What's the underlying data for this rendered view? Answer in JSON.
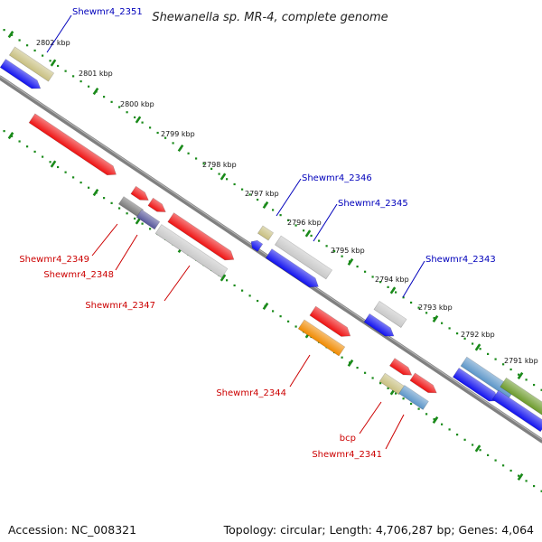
{
  "title": "Shewanella sp. MR-4, complete genome",
  "footer": {
    "accession": "Accession: NC_008321",
    "stats": "Topology: circular; Length: 4,706,287 bp; Genes: 4,064"
  },
  "colors": {
    "backbone": "#808080",
    "dots": "#1a8a1a",
    "label_blue": "#0000bb",
    "label_red": "#cc0000",
    "cds": "#1010ee",
    "gene_red": "#ee1111",
    "olive": "#c8bf80",
    "grey": "#c8c8c8",
    "dark_grey": "#777777",
    "navy": "#55559a",
    "orange": "#f08a00",
    "steel": "#5b95c8",
    "green": "#6b9a2a"
  },
  "ticks": [
    "2802 kbp",
    "2801 kbp",
    "2800 kbp",
    "2799 kbp",
    "2798 kbp",
    "2797 kbp",
    "2796 kbp",
    "2795 kbp",
    "2794 kbp",
    "2793 kbp",
    "2792 kbp",
    "2791 kbp"
  ],
  "labels": {
    "shewmr4_2351": "Shewmr4_2351",
    "shewmr4_2346": "Shewmr4_2346",
    "shewmr4_2345": "Shewmr4_2345",
    "shewmr4_2343": "Shewmr4_2343",
    "shewmr4_2349": "Shewmr4_2349",
    "shewmr4_2348": "Shewmr4_2348",
    "shewmr4_2347": "Shewmr4_2347",
    "shewmr4_2344": "Shewmr4_2344",
    "bcp": "bcp",
    "shewmr4_2341": "Shewmr4_2341"
  }
}
